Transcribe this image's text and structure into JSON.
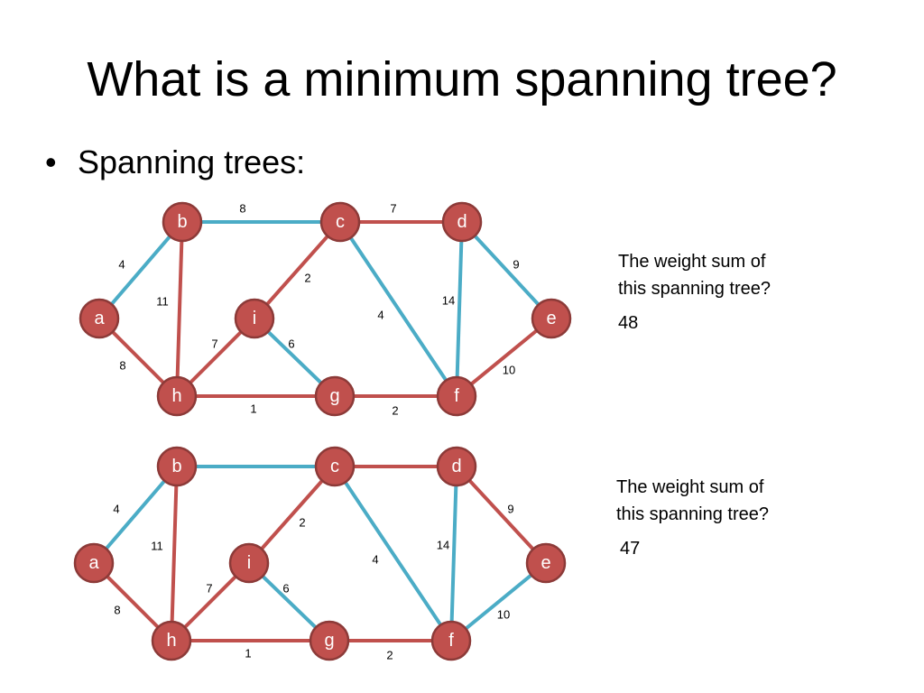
{
  "slide": {
    "title": "What is a minimum spanning tree?",
    "bullet": "Spanning trees:"
  },
  "colors": {
    "node_fill": "#c0504d",
    "node_stroke": "#8c3a38",
    "tree_edge": "#4bacc6",
    "nontree_edge": "#c0504d"
  },
  "graphs": [
    {
      "nodes": [
        "a",
        "b",
        "c",
        "d",
        "e",
        "f",
        "g",
        "h",
        "i"
      ],
      "edges": [
        {
          "u": "b",
          "v": "c",
          "w": "8",
          "in_tree": true
        },
        {
          "u": "c",
          "v": "d",
          "w": "7",
          "in_tree": false
        },
        {
          "u": "a",
          "v": "b",
          "w": "4",
          "in_tree": true
        },
        {
          "u": "b",
          "v": "h",
          "w": "11",
          "in_tree": false
        },
        {
          "u": "a",
          "v": "h",
          "w": "8",
          "in_tree": false
        },
        {
          "u": "c",
          "v": "i",
          "w": "2",
          "in_tree": false
        },
        {
          "u": "i",
          "v": "h",
          "w": "7",
          "in_tree": false
        },
        {
          "u": "i",
          "v": "g",
          "w": "6",
          "in_tree": true
        },
        {
          "u": "h",
          "v": "g",
          "w": "1",
          "in_tree": false
        },
        {
          "u": "g",
          "v": "f",
          "w": "2",
          "in_tree": false
        },
        {
          "u": "c",
          "v": "f",
          "w": "4",
          "in_tree": true
        },
        {
          "u": "d",
          "v": "f",
          "w": "14",
          "in_tree": true
        },
        {
          "u": "d",
          "v": "e",
          "w": "9",
          "in_tree": true
        },
        {
          "u": "e",
          "v": "f",
          "w": "10",
          "in_tree": false
        }
      ],
      "question_line1": "The weight sum of",
      "question_line2": "this spanning tree?",
      "answer": "48"
    },
    {
      "nodes": [
        "a",
        "b",
        "c",
        "d",
        "e",
        "f",
        "g",
        "h",
        "i"
      ],
      "edges": [
        {
          "u": "b",
          "v": "c",
          "w": "",
          "in_tree": true
        },
        {
          "u": "c",
          "v": "d",
          "w": "",
          "in_tree": false
        },
        {
          "u": "a",
          "v": "b",
          "w": "4",
          "in_tree": true
        },
        {
          "u": "b",
          "v": "h",
          "w": "11",
          "in_tree": false
        },
        {
          "u": "a",
          "v": "h",
          "w": "8",
          "in_tree": false
        },
        {
          "u": "c",
          "v": "i",
          "w": "2",
          "in_tree": false
        },
        {
          "u": "i",
          "v": "h",
          "w": "7",
          "in_tree": false
        },
        {
          "u": "i",
          "v": "g",
          "w": "6",
          "in_tree": true
        },
        {
          "u": "h",
          "v": "g",
          "w": "1",
          "in_tree": false
        },
        {
          "u": "g",
          "v": "f",
          "w": "2",
          "in_tree": false
        },
        {
          "u": "c",
          "v": "f",
          "w": "4",
          "in_tree": true
        },
        {
          "u": "d",
          "v": "f",
          "w": "14",
          "in_tree": true
        },
        {
          "u": "d",
          "v": "e",
          "w": "9",
          "in_tree": false
        },
        {
          "u": "e",
          "v": "f",
          "w": "10",
          "in_tree": true
        }
      ],
      "question_line1": "The weight sum of",
      "question_line2": "this spanning tree?",
      "answer": "47"
    }
  ]
}
